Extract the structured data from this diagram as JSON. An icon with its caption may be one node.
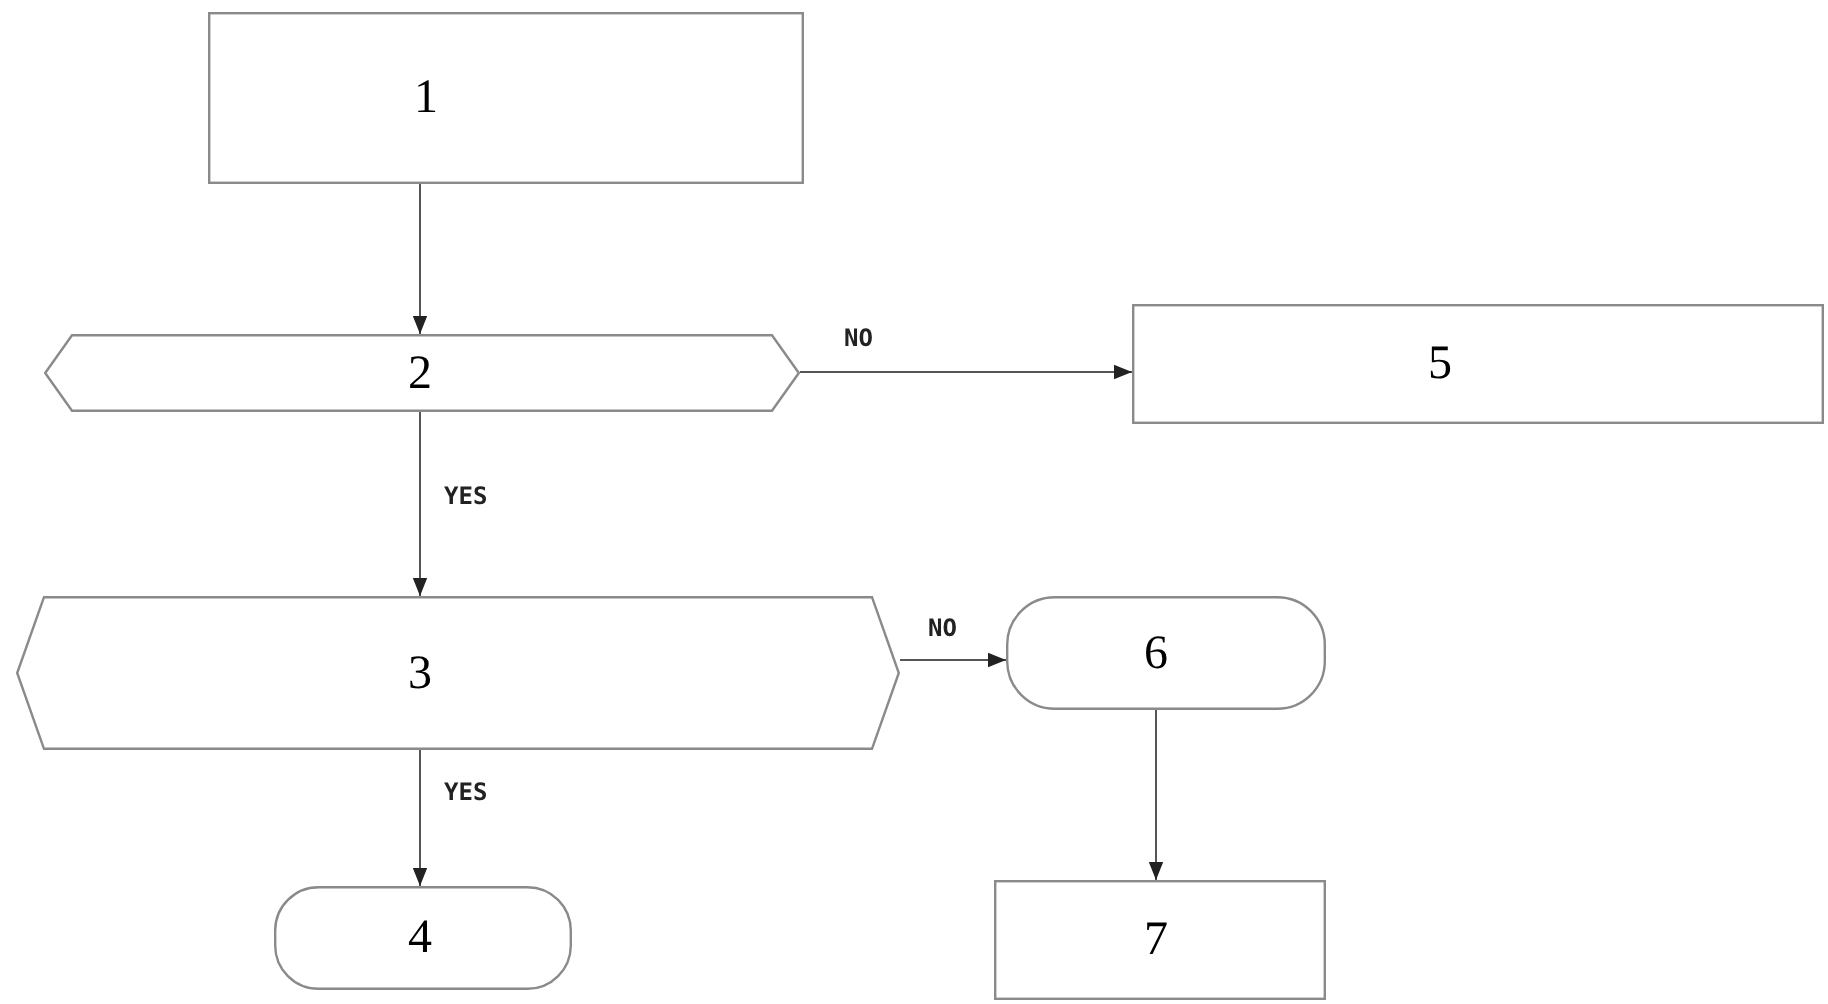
{
  "diagram": {
    "nodes": [
      {
        "text": [
          "1"
        ]
      },
      {
        "text": [
          "2"
        ]
      },
      {
        "text": [
          "3"
        ]
      },
      {
        "text": [
          "4"
        ]
      },
      {
        "text": [
          "5"
        ]
      },
      {
        "text": [
          "6"
        ]
      },
      {
        "text": [
          "7"
        ]
      }
    ],
    "edges": [
      {
        "from": 0,
        "to": 1,
        "arrow": "to"
      },
      {
        "from": 1,
        "to": 4,
        "arrow": "to",
        "label": "NO"
      },
      {
        "from": 1,
        "to": 2,
        "arrow": "to",
        "label": "YES"
      },
      {
        "from": 2,
        "to": 5,
        "arrow": "to",
        "label": "NO"
      },
      {
        "from": 2,
        "to": 3,
        "arrow": "to",
        "label": "YES"
      },
      {
        "from": 5,
        "to": 6,
        "arrow": "to"
      }
    ]
  }
}
